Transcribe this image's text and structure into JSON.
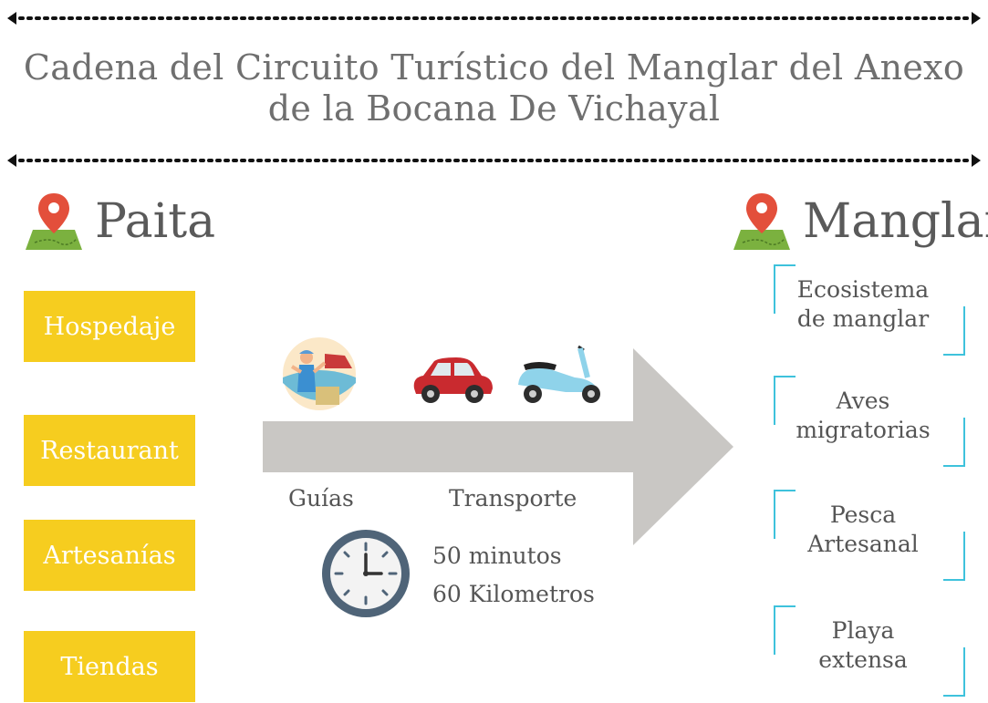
{
  "title": {
    "line1": "Cadena del Circuito Turístico del Manglar del Anexo",
    "line2": "de la Bocana De Vichayal"
  },
  "origin": {
    "name": "Paita",
    "icon": "map-pin-icon"
  },
  "destination": {
    "name": "Manglar",
    "icon": "map-pin-icon"
  },
  "services": [
    "Hospedaje",
    "Restaurant",
    "Artesanías",
    "Tiendas"
  ],
  "attractions": [
    {
      "line1": "Ecosistema",
      "line2": "de manglar"
    },
    {
      "line1": "Aves",
      "line2": "migratorias"
    },
    {
      "line1": "Pesca",
      "line2": "Artesanal"
    },
    {
      "line1": "Playa",
      "line2": "extensa"
    }
  ],
  "route": {
    "guides_label": "Guías",
    "transport_label": "Transporte",
    "duration": "50 minutos",
    "distance": "60 Kilometros"
  },
  "colors": {
    "service_box": "#f6cd1f",
    "bracket": "#3ec2dc",
    "arrow": "#c9c7c4",
    "car": "#c92a2f",
    "scooter": "#8fd3ea",
    "clock_ring": "#4f6478"
  }
}
